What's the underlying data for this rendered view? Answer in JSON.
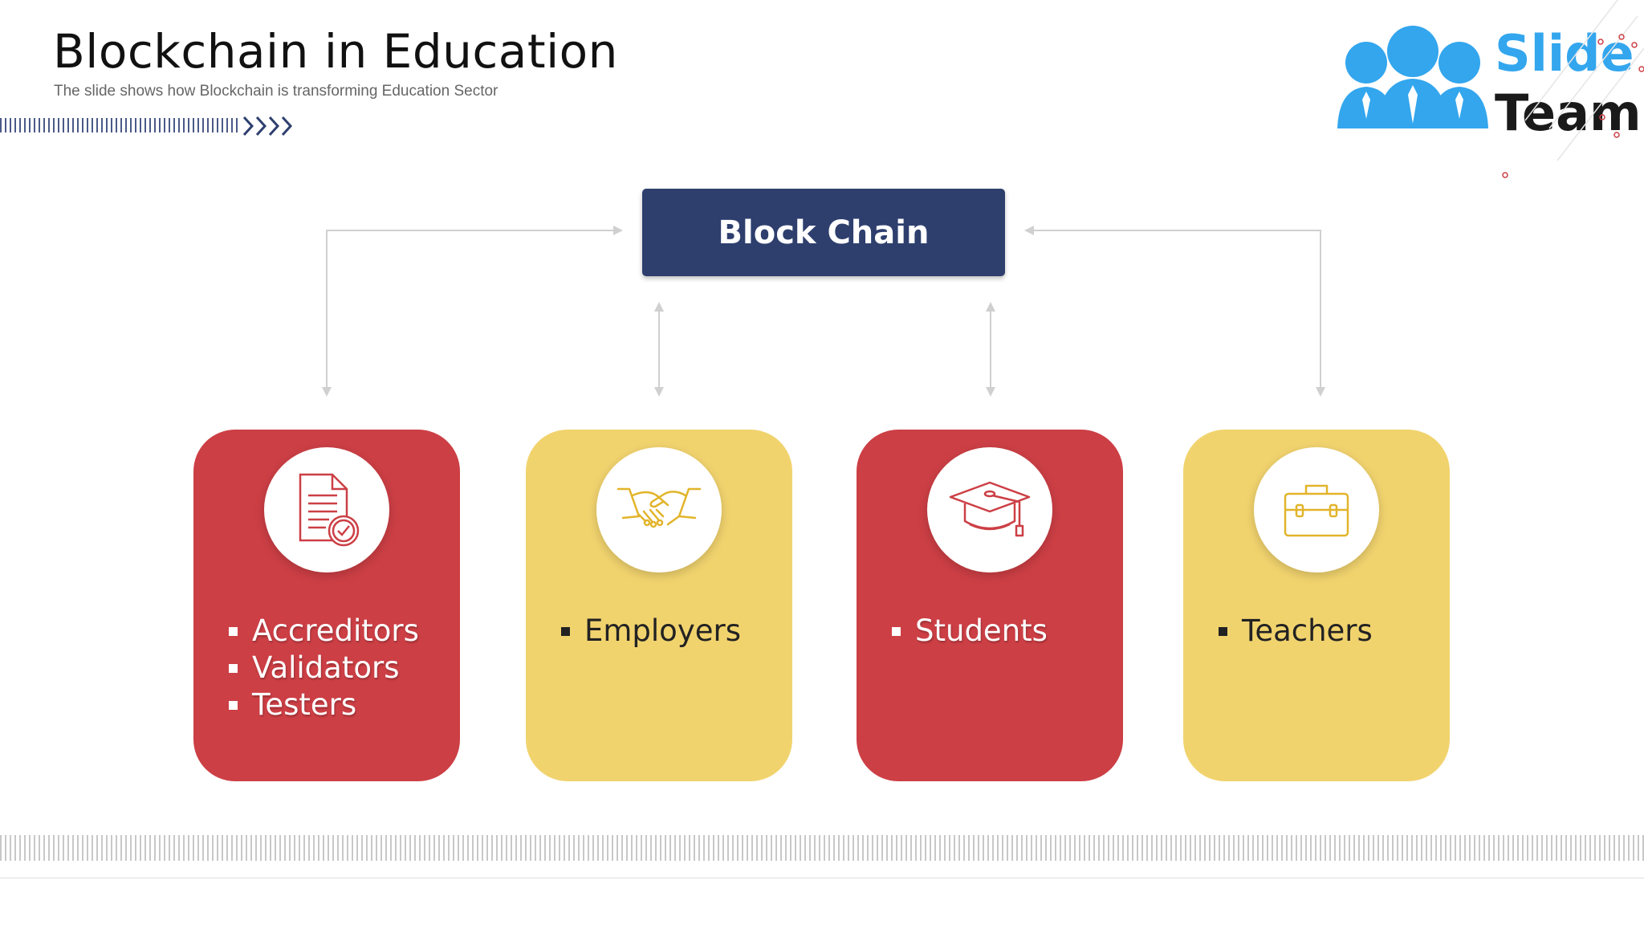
{
  "slide": {
    "title": "Blockchain in Education",
    "subtitle": "The slide shows how Blockchain is transforming Education Sector"
  },
  "logo": {
    "word1": "Slide",
    "word2": "Team",
    "icon": "people-group-icon"
  },
  "diagram": {
    "center_label": "Block Chain",
    "cards": [
      {
        "color": "#cc3f45",
        "icon": "document-check-icon",
        "items": [
          "Accreditors",
          "Validators",
          "Testers"
        ]
      },
      {
        "color": "#f1d36e",
        "icon": "handshake-icon",
        "items": [
          "Employers"
        ]
      },
      {
        "color": "#cc3f45",
        "icon": "graduation-cap-icon",
        "items": [
          "Students"
        ]
      },
      {
        "color": "#f1d36e",
        "icon": "briefcase-icon",
        "items": [
          "Teachers"
        ]
      }
    ]
  },
  "colors": {
    "navy": "#2e3f6e",
    "red": "#cc3f45",
    "yellow": "#f1d36e",
    "logo_blue": "#33a6ee"
  }
}
